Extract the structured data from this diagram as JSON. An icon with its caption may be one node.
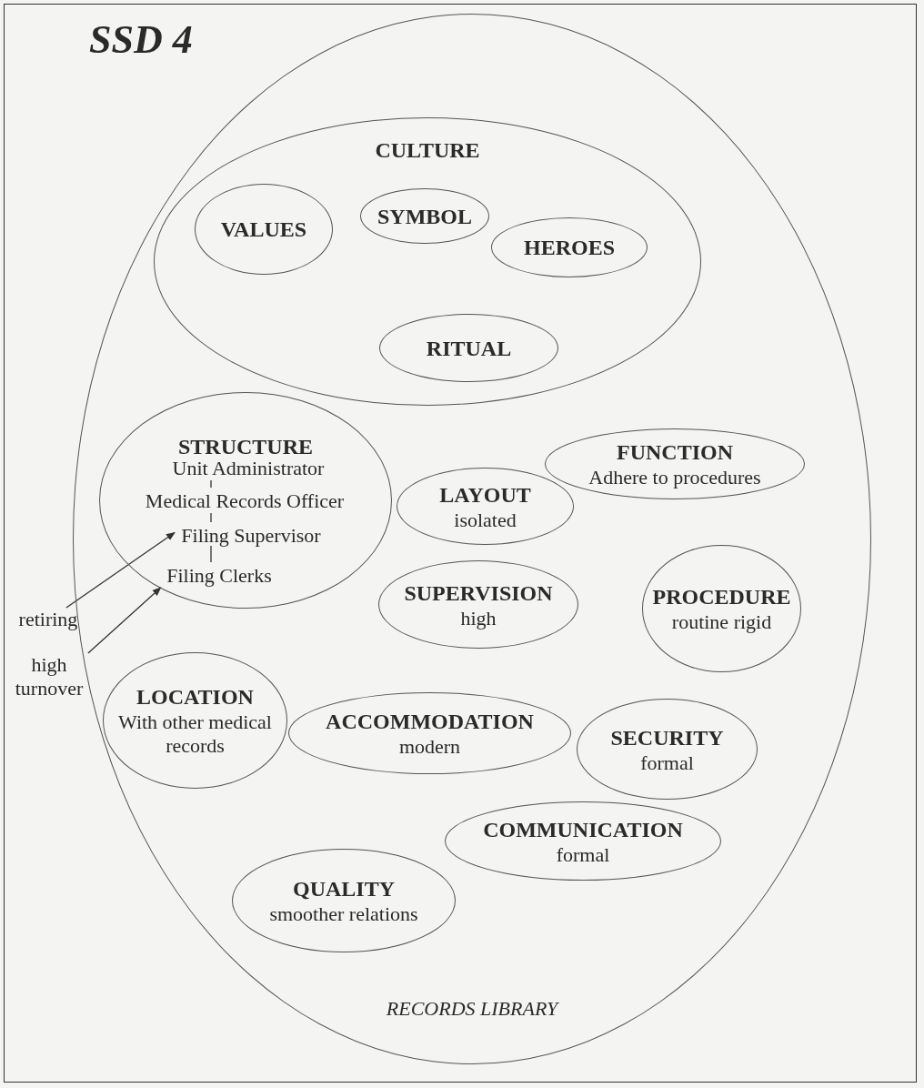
{
  "diagram": {
    "title": "SSD 4",
    "nodes": [
      {
        "text": [
          "RECORDS LIBRARY"
        ]
      },
      {
        "text": [
          "CULTURE"
        ],
        "in": 0
      },
      {
        "text": [
          "VALUES"
        ],
        "in": 1
      },
      {
        "text": [
          "SYMBOL"
        ],
        "in": 1
      },
      {
        "text": [
          "HEROES"
        ],
        "in": 1
      },
      {
        "text": [
          "RITUAL"
        ],
        "in": 1
      },
      {
        "text": [
          "STRUCTURE"
        ],
        "in": 0
      },
      {
        "text": [
          "Unit Administrator"
        ],
        "in": 6
      },
      {
        "text": [
          "Medical Records Officer"
        ],
        "in": 6
      },
      {
        "text": [
          "Filing Supervisor"
        ],
        "in": 6
      },
      {
        "text": [
          "Filing Clerks"
        ],
        "in": 6
      },
      {
        "text": [
          "FUNCTION",
          "Adhere to procedures"
        ],
        "in": 0
      },
      {
        "text": [
          "LAYOUT",
          "isolated"
        ],
        "in": 0
      },
      {
        "text": [
          "SUPERVISION",
          "high"
        ],
        "in": 0
      },
      {
        "text": [
          "PROCEDURE",
          "routine rigid"
        ],
        "in": 0
      },
      {
        "text": [
          "LOCATION",
          "With other medical records"
        ],
        "in": 0
      },
      {
        "text": [
          "ACCOMMODATION",
          "modern"
        ],
        "in": 0
      },
      {
        "text": [
          "SECURITY",
          "formal"
        ],
        "in": 0
      },
      {
        "text": [
          "COMMUNICATION",
          "formal"
        ],
        "in": 0
      },
      {
        "text": [
          "QUALITY",
          "smoother relations"
        ],
        "in": 0
      },
      {
        "text": [
          "retiring"
        ]
      },
      {
        "text": [
          "high turnover"
        ]
      }
    ],
    "edges": [
      {
        "from": 7,
        "to": 8,
        "arrow": "none"
      },
      {
        "from": 8,
        "to": 9,
        "arrow": "none"
      },
      {
        "from": 9,
        "to": 10,
        "arrow": "none"
      },
      {
        "from": 20,
        "to": 9,
        "arrow": "to"
      },
      {
        "from": 21,
        "to": 10,
        "arrow": "to"
      }
    ]
  }
}
